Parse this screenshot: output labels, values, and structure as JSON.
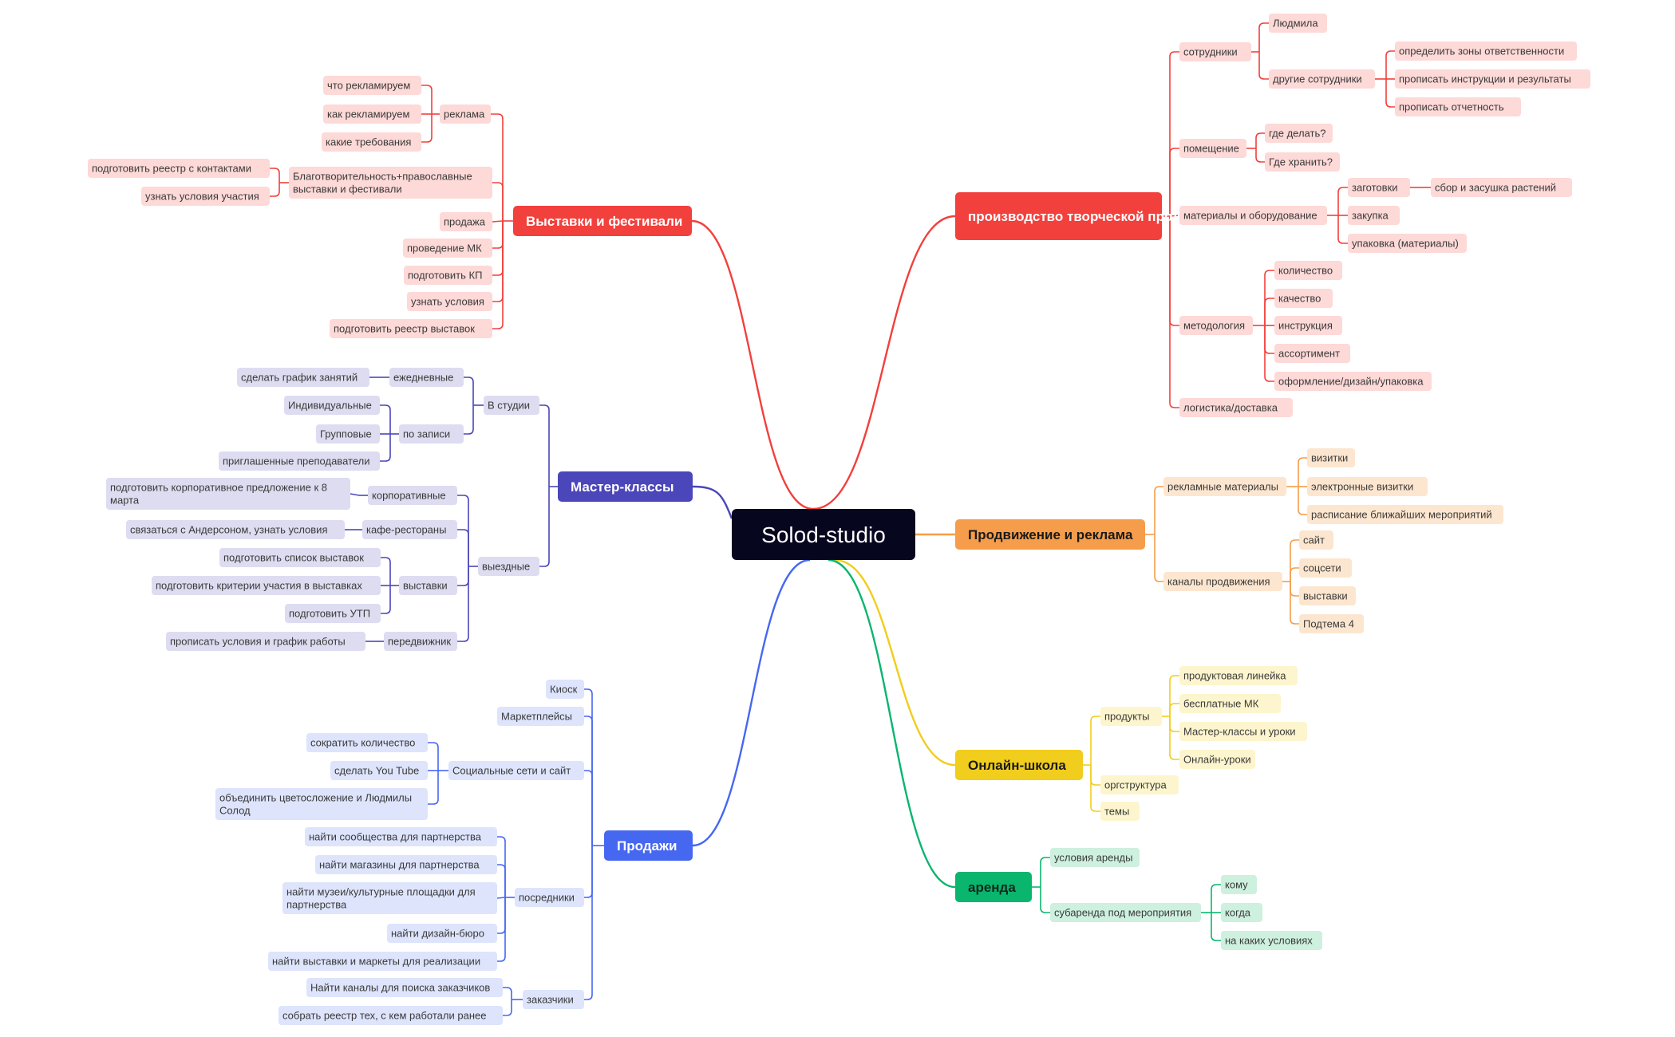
{
  "root": {
    "label": "Solod-studio"
  },
  "palette": {
    "red": "#f2403c",
    "redLight": "#fdd9d7",
    "purple": "#4b46b9",
    "purpleLight": "#dddcf1",
    "blue": "#4667f0",
    "blueLight": "#dde4fc",
    "orange": "#f59d4a",
    "orangeLight": "#fde6cf",
    "yellow": "#f1cd1d",
    "yellowLight": "#fdf5cd",
    "green": "#0ab56e",
    "greenLight": "#cdf0df",
    "rootBg": "#07061f"
  },
  "branches": {
    "production": {
      "label": "производство творческой продукции",
      "sotrudniki": "сотрудники",
      "lyudmila": "Людмила",
      "drugie": "другие сотрудники",
      "zony": "определить зоны ответственности",
      "instrukcii": "прописать инструкции и результаты",
      "otchetnost": "прописать отчетность",
      "pomeshchenie": "помещение",
      "gde_delat": "где делать?",
      "gde_hranit": "Где хранить?",
      "materialy": "материалы и оборудование",
      "zagotovki": "заготовки",
      "sbor": "сбор и засушка растений",
      "zakupka": "закупка",
      "upakovka": "упаковка (материалы)",
      "metodologiya": "методология",
      "kolichestvo": "количество",
      "kachestvo": "качество",
      "instrukciya": "инструкция",
      "assortiment": "ассортимент",
      "oformlenie": "оформление/дизайн/упаковка",
      "logistika": "логистика/доставка"
    },
    "promotion": {
      "label": "Продвижение и реклама",
      "reklamnye": "рекламные материалы",
      "vizitki": "визитки",
      "evizitki": "электронные визитки",
      "raspisanie": "расписание ближайших мероприятий",
      "kanaly": "каналы продвижения",
      "sait": "сайт",
      "socseti": "соцсети",
      "vystavki": "выставки",
      "podtema": "Подтема 4"
    },
    "online": {
      "label": "Онлайн-школа",
      "produkty": "продукты",
      "liniya": "продуктовая линейка",
      "besplatnye": "бесплатные МК",
      "mk_uroki": "Мастер-классы и уроки",
      "online_uroki": "Онлайн-уроки",
      "orgstruktura": "оргструктура",
      "temy": "темы"
    },
    "rent": {
      "label": "аренда",
      "usloviya": "условия аренды",
      "subarenda": "субаренда под мероприятия",
      "komu": "кому",
      "kogda": "когда",
      "na_kakih": "на каких условиях"
    },
    "exhibitions": {
      "label": "Выставки и фестивали",
      "reklama": "реклама",
      "chto": "что рекламируем",
      "kak": "как рекламируем",
      "trebovaniya": "какие требования",
      "blago_1": "Благотворительность+православные",
      "blago_2": "выставки и фестивали",
      "reestr_kontakty": "подготовить реестр с контактами",
      "uznat_usloviya_uchastiya": "узнать условия участия",
      "prodazha": "продажа",
      "provedenie": "проведение МК",
      "kp": "подготовить КП",
      "uznat": "узнать условия",
      "reestr_vystavok": "подготовить реестр выставок"
    },
    "masterclasses": {
      "label": "Мастер-классы",
      "v_studii": "В студии",
      "ezhednevnye": "ежедневные",
      "grafik": "сделать график занятий",
      "po_zapisi": "по записи",
      "individ": "Индивидуальные",
      "gruppovye": "Групповые",
      "priglashennye": "приглашенные преподаватели",
      "vyezdnye": "выездные",
      "korporativnye": "корпоративные",
      "korp_1": "подготовить корпоративное предложение к 8",
      "korp_2": "марта",
      "kafe": "кафе-рестораны",
      "anderson": "связаться с Андерсоном, узнать условия",
      "vystavki": "выставки",
      "spisok": "подготовить список выставок",
      "kriterii": "подготовить критерии участия в выставках",
      "utp": "подготовить УТП",
      "peredvizhnik": "передвижник",
      "grafik_raboty": "прописать условия и график работы"
    },
    "sales": {
      "label": "Продажи",
      "kiosk": "Киоск",
      "marketpleisy": "Маркетплейсы",
      "socseti": "Социальные сети и сайт",
      "sokratit": "сократить количество",
      "youtube": "сделать You Tube",
      "obedinit_1": "объединить цветосложение и Людмилы",
      "obedinit_2": "Солод",
      "posredniki": "посредники",
      "soobshchestva": "найти сообщества для партнерства",
      "magaziny": "найти магазины для партнерства",
      "muzei_1": "найти музеи/культурные площадки для",
      "muzei_2": "партнерства",
      "dizain": "найти дизайн-бюро",
      "markety": "найти выставки и маркеты для реализации",
      "zakazchiki": "заказчики",
      "kanaly": "Найти каналы для поиска заказчиков",
      "reestr": "собрать реестр тех, с кем работали ранее"
    }
  }
}
